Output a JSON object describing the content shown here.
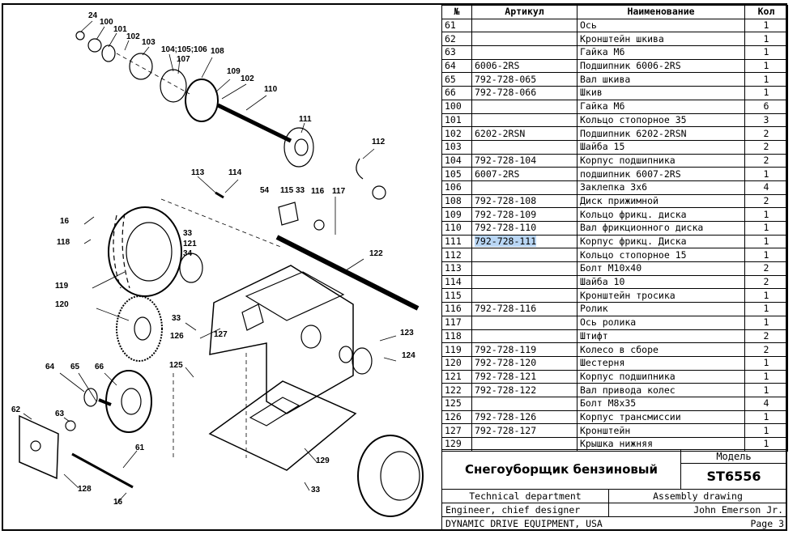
{
  "table": {
    "headers": [
      "№",
      "Артикул",
      "Наименование",
      "Кол"
    ],
    "rows": [
      [
        "61",
        "",
        "Ось",
        "1"
      ],
      [
        "62",
        "",
        "Кронштейн шкива",
        "1"
      ],
      [
        "63",
        "",
        "Гайка М6",
        "1"
      ],
      [
        "64",
        "6006-2RS",
        "Подшипник 6006-2RS",
        "1"
      ],
      [
        "65",
        "792-728-065",
        "Вал шкива",
        "1"
      ],
      [
        "66",
        "792-728-066",
        "Шкив",
        "1"
      ],
      [
        "100",
        "",
        "Гайка М6",
        "6"
      ],
      [
        "101",
        "",
        "Кольцо стопорное 35",
        "3"
      ],
      [
        "102",
        "6202-2RSN",
        "Подшипник 6202-2RSN",
        "2"
      ],
      [
        "103",
        "",
        "Шайба 15",
        "2"
      ],
      [
        "104",
        "792-728-104",
        "Корпус подшипника",
        "2"
      ],
      [
        "105",
        "6007-2RS",
        "подшипник 6007-2RS",
        "1"
      ],
      [
        "106",
        "",
        "Заклепка 3х6",
        "4"
      ],
      [
        "108",
        "792-728-108",
        "Диск прижимной",
        "2"
      ],
      [
        "109",
        "792-728-109",
        "Кольцо фрикц. диска",
        "1"
      ],
      [
        "110",
        "792-728-110",
        "Вал фрикционного диска",
        "1"
      ],
      [
        "111",
        "792-728-111",
        "Корпус фрикц. Диска",
        "1"
      ],
      [
        "112",
        "",
        "Кольцо стопорное 15",
        "1"
      ],
      [
        "113",
        "",
        "Болт М10х40",
        "2"
      ],
      [
        "114",
        "",
        "Шайба 10",
        "2"
      ],
      [
        "115",
        "",
        "Кронштейн тросика",
        "1"
      ],
      [
        "116",
        "792-728-116",
        "Ролик",
        "1"
      ],
      [
        "117",
        "",
        "Ось ролика",
        "1"
      ],
      [
        "118",
        "",
        "Штифт",
        "2"
      ],
      [
        "119",
        "792-728-119",
        "Колесо в сборе",
        "2"
      ],
      [
        "120",
        "792-728-120",
        "Шестерня",
        "1"
      ],
      [
        "121",
        "792-728-121",
        "Корпус подшипника",
        "1"
      ],
      [
        "122",
        "792-728-122",
        "Вал привода колес",
        "1"
      ],
      [
        "125",
        "",
        "Болт М8х35",
        "4"
      ],
      [
        "126",
        "792-728-126",
        "Корпус трансмиссии",
        "1"
      ],
      [
        "127",
        "792-728-127",
        "Кронштейн",
        "1"
      ],
      [
        "129",
        "",
        "Крышка нижняя",
        "1"
      ]
    ],
    "highlighted_row": 16
  },
  "title_block": {
    "model_label": "Модель",
    "title": "Снегоуборщик бензиновый",
    "model": "ST6556",
    "dept": "Technical department",
    "doc_type": "Assembly drawing",
    "role": "Engineer, chief designer",
    "name": "John Emerson Jr.",
    "company": "DYNAMIC DRIVE EQUIPMENT, USA",
    "page": "Page 3"
  },
  "callouts": [
    "24",
    "100",
    "101",
    "102",
    "103",
    "104;105;106",
    "107",
    "108",
    "109",
    "102",
    "110",
    "111",
    "112",
    "113",
    "114",
    "54",
    "115",
    "33",
    "116",
    "117",
    "16",
    "118",
    "33",
    "121",
    "34",
    "122",
    "119",
    "120",
    "33",
    "126",
    "127",
    "123",
    "124",
    "125",
    "64",
    "65",
    "66",
    "63",
    "62",
    "61",
    "128",
    "16",
    "129",
    "33"
  ]
}
